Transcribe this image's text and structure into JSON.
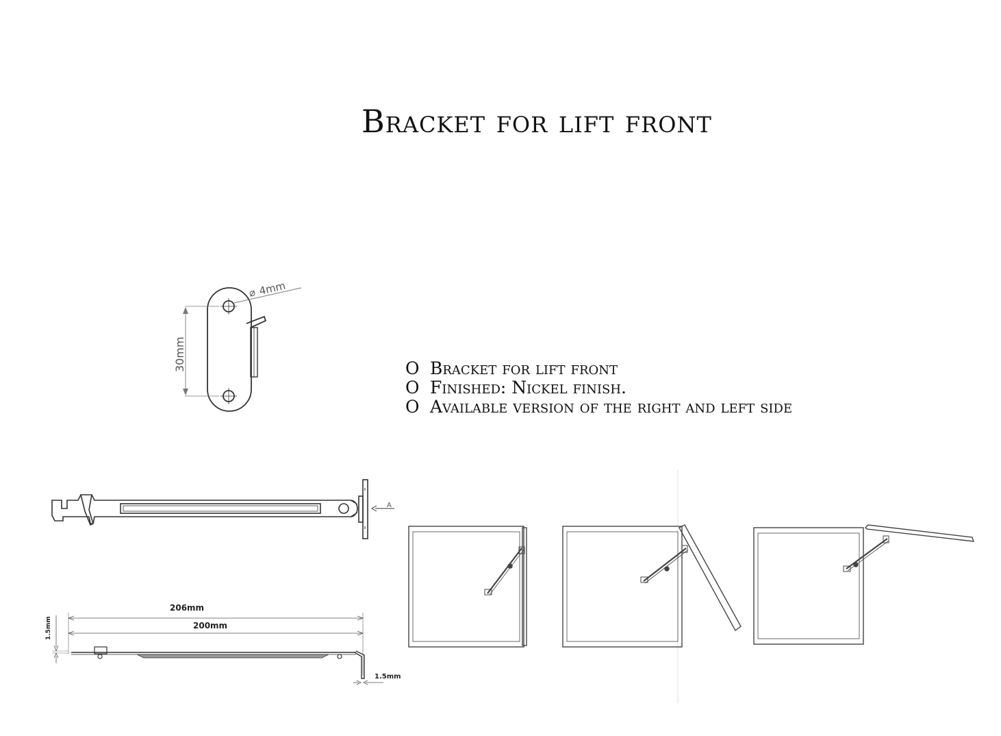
{
  "title": "Bracket for lift front",
  "features": [
    {
      "marker": "O",
      "text": "Bracket for lift front"
    },
    {
      "marker": "O",
      "text": "Finished: Nickel finish."
    },
    {
      "marker": "O",
      "text": "Available version of the right and left side"
    }
  ],
  "plate_view": {
    "hole_diameter": "4mm",
    "hole_spacing": "30mm"
  },
  "side_view": {
    "arrow_label": "A"
  },
  "profile_view": {
    "overall_length": "206mm",
    "inner_length": "200mm",
    "thickness_left": "1.5mm",
    "thickness_right": "1.5mm"
  },
  "cabinet_sequence": [
    "closed",
    "half-open",
    "open"
  ]
}
